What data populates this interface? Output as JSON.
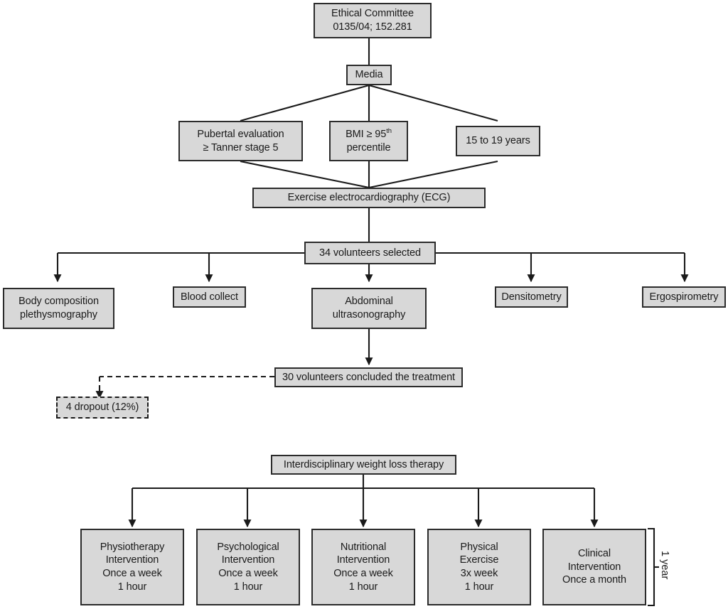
{
  "diagram": {
    "title": "Interdisciplinary obesity treatment study flowchart",
    "colors": {
      "node_fill": "#d8d8d8",
      "node_border": "#2b2b2b",
      "edge": "#1a1a1a",
      "background": "#ffffff"
    }
  },
  "nodes": {
    "ethical_committee": {
      "line1": "Ethical Committee",
      "line2": "0135/04; 152.281"
    },
    "media": {
      "label": "Media"
    },
    "pubertal": {
      "line1": "Pubertal evaluation",
      "line2": "≥ Tanner stage 5"
    },
    "bmi": {
      "line1_pre": "BMI ≥ 95",
      "line1_sup": "th",
      "line2": "percentile"
    },
    "age": {
      "label": "15 to 19 years"
    },
    "ecg": {
      "label": "Exercise electrocardiography (ECG)"
    },
    "volunteers_selected": {
      "label": "34 volunteers selected"
    },
    "body_composition": {
      "line1": "Body composition",
      "line2": "plethysmography"
    },
    "blood_collect": {
      "label": "Blood collect"
    },
    "abdominal_us": {
      "line1": "Abdominal",
      "line2": "ultrasonography"
    },
    "densitometry": {
      "label": "Densitometry"
    },
    "ergospirometry": {
      "label": "Ergospirometry"
    },
    "concluded": {
      "label": "30 volunteers concluded the treatment"
    },
    "dropout": {
      "label": "4 dropout (12%)"
    },
    "therapy": {
      "label": "Interdisciplinary weight loss therapy"
    },
    "physiotherapy": {
      "line1": "Physiotherapy",
      "line2": "Intervention",
      "line3": "Once a week",
      "line4": "1 hour"
    },
    "psychological": {
      "line1": "Psychological",
      "line2": "Intervention",
      "line3": "Once a week",
      "line4": "1 hour"
    },
    "nutritional": {
      "line1": "Nutritional",
      "line2": "Intervention",
      "line3": "Once a week",
      "line4": "1 hour"
    },
    "physical_exercise": {
      "line1": "Physical",
      "line2": "Exercise",
      "line3": "3x week",
      "line4": "1 hour"
    },
    "clinical": {
      "line1": "Clinical",
      "line2": "Intervention",
      "line3": "Once a month"
    },
    "duration_bracket": {
      "label": "1 year"
    }
  }
}
